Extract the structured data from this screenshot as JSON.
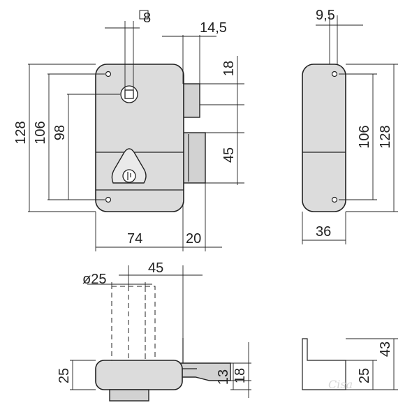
{
  "dimensions": {
    "square": "8",
    "bolt_offset": "14,5",
    "bolt_height": "18",
    "height_total": "128",
    "hole_spacing": "106",
    "spindle_to_hole": "98",
    "housing_height": "45",
    "case_width": "74",
    "bolt_length": "20",
    "side_hole_offset": "9,5",
    "side_holes": "106",
    "side_height": "128",
    "side_width": "36",
    "cylinder_diameter": "ø25",
    "cylinder_offset": "45",
    "bottom_height": "25",
    "bolt_thickness": "13",
    "bolt_depth": "18",
    "keeper_height": "25",
    "keeper_total": "43"
  },
  "watermark": "Cisa"
}
